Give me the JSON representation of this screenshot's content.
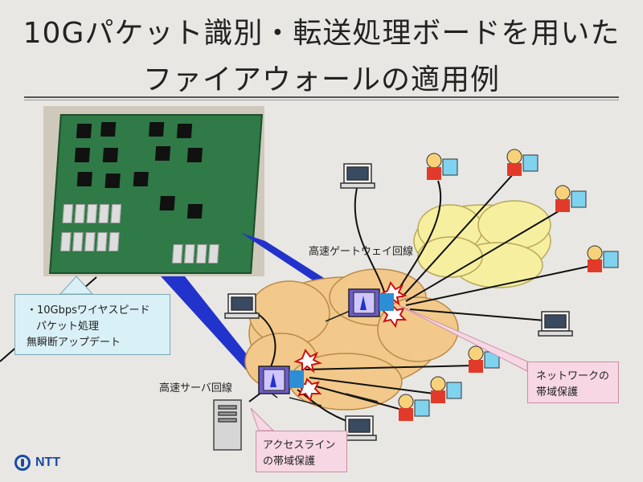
{
  "title": {
    "line1": "10Gパケット識別・転送処理ボードを用いた",
    "line2": "ファイアウォールの適用例"
  },
  "callout": {
    "line1": "・10Gbpsワイヤスピード",
    "line2": "パケット処理",
    "line3": "無瞬断アップデート"
  },
  "labels": {
    "gateway_line": "高速ゲートウェイ回線",
    "server_line": "高速サーバ回線",
    "network_protect_1": "ネットワークの",
    "network_protect_2": "帯域保護",
    "access_protect_1": "アクセスライン",
    "access_protect_2": "の帯域保護"
  },
  "logo": {
    "text": "NTT",
    "icon": "ntt-logo-icon"
  },
  "colors": {
    "cloud": "#f2c98a",
    "cloud2": "#f6ef9f",
    "callout_bg": "#d9f0f6",
    "pink_box": "#f7d7e3",
    "beam": "#2233cc",
    "board": "#2f7a46"
  }
}
